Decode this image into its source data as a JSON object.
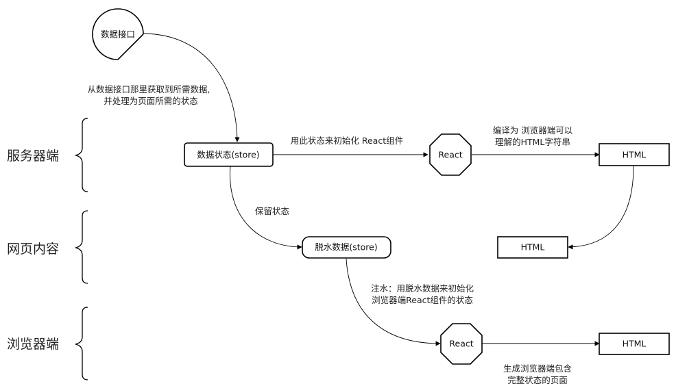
{
  "sections": {
    "server": "服务器端",
    "page": "网页内容",
    "browser": "浏览器端"
  },
  "nodes": {
    "data_api": "数据接口",
    "store": "数据状态(store)",
    "react_server": "React",
    "html_server": "HTML",
    "html_page": "HTML",
    "dehydrated": "脱水数据(store)",
    "react_browser": "React",
    "html_browser": "HTML"
  },
  "labels": {
    "fetch_line1": "从数据接口那里获取到所需数据,",
    "fetch_line2": "并处理为页面所需的状态",
    "init_react": "用此状态来初始化 React组件",
    "compile_line1": "编译为 浏览器端可以",
    "compile_line2": "理解的HTML字符串",
    "keep_state": "保留状态",
    "inject_line1": "注水：用脱水数据来初始化",
    "inject_line2": "浏览器端React组件的状态",
    "generate_line1": "生成浏览器端包含",
    "generate_line2": "完整状态的页面"
  }
}
